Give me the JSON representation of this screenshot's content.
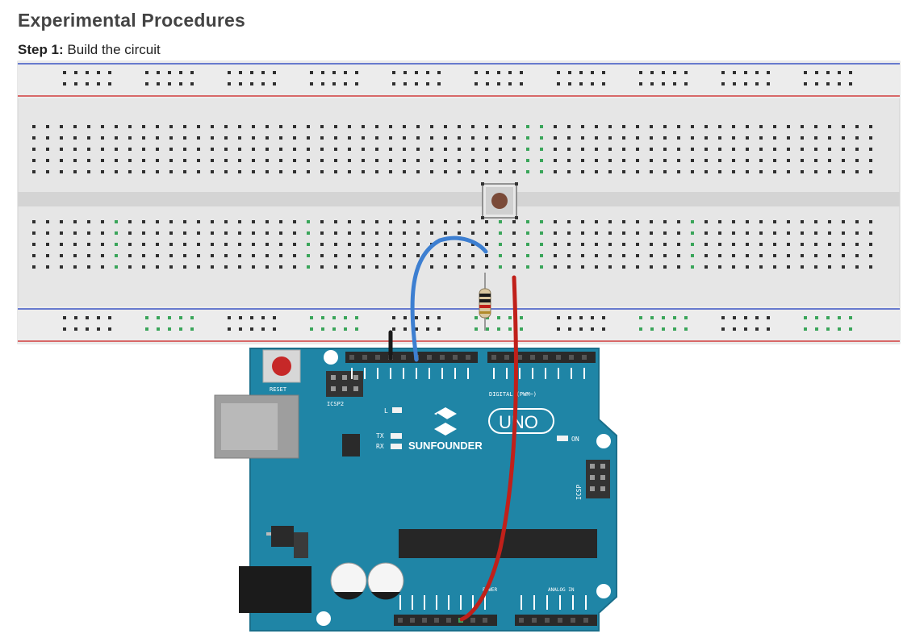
{
  "heading": "Experimental Procedures",
  "step": {
    "label": "Step 1:",
    "text": "Build the circuit"
  },
  "board": {
    "brand": "SUNFOUNDER",
    "model": "UNO",
    "reset_label": "RESET",
    "icsp2_label": "ICSP2",
    "icsp_label": "ICSP",
    "on_label": "ON",
    "l_label": "L",
    "tx_label": "TX",
    "rx_label": "RX",
    "digital_label": "DIGITAL (PWM~)",
    "power_label": "POWER",
    "analog_label": "ANALOG IN"
  },
  "colors": {
    "board": "#1f85a6",
    "wire_blue": "#3d7fd1",
    "wire_red": "#c0201a",
    "wire_black": "#1a1a1a",
    "breadboard": "#e6e6e6",
    "rail_red": "#d23c3c",
    "rail_blue": "#3b55c4",
    "hole": "#2f2f2f",
    "hole_active": "#3aa55a",
    "button_cap": "#7a4a38",
    "reset_button": "#c62828"
  },
  "icons": [
    "sunfounder-logo-icon"
  ]
}
